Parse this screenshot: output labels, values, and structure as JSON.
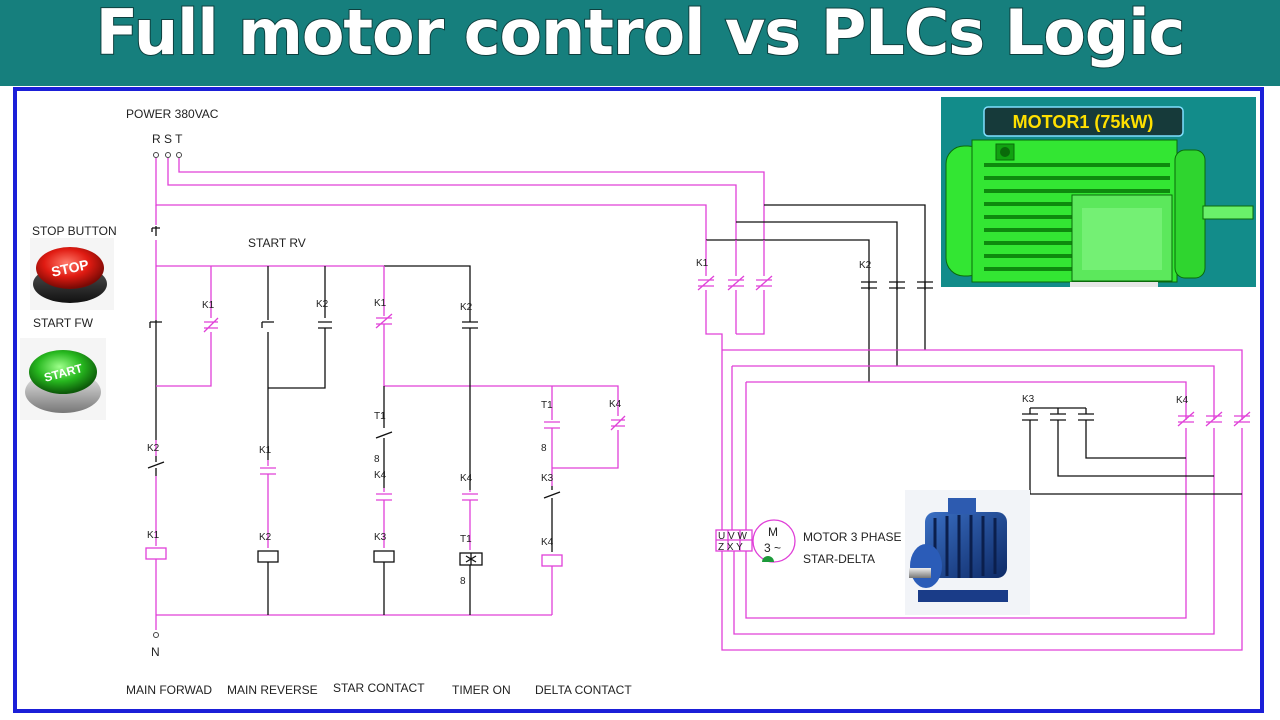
{
  "title": "Full motor control vs PLCs Logic",
  "power": {
    "label": "POWER 380VAC",
    "phases": "R S T",
    "neutral": "N"
  },
  "buttons": {
    "stop_label": "STOP BUTTON",
    "stop_text": "STOP",
    "start_label": "START FW",
    "start_text": "START",
    "start_rv_label": "START RV"
  },
  "contacts": {
    "k1": "K1",
    "k2": "K2",
    "k3": "K3",
    "k4": "K4",
    "t1": "T1",
    "timer_value": "8"
  },
  "columns": [
    "MAIN FORWAD",
    "MAIN REVERSE",
    "STAR CONTACT",
    "TIMER ON",
    "DELTA CONTACT"
  ],
  "motor_panel": {
    "label": "MOTOR1 (75kW)"
  },
  "motor": {
    "label_line1": "MOTOR 3 PHASE",
    "label_line2": "STAR-DELTA",
    "symbol_m": "M",
    "symbol_phase": "3 ~",
    "terminals_top": "U V W",
    "terminals_bottom": "Z X Y"
  },
  "colors": {
    "banner": "#167f7d",
    "frame": "#1b1fd8",
    "wire_pink": "#e040d8",
    "panel": "#128c8a",
    "motor_green": "#33e633"
  }
}
